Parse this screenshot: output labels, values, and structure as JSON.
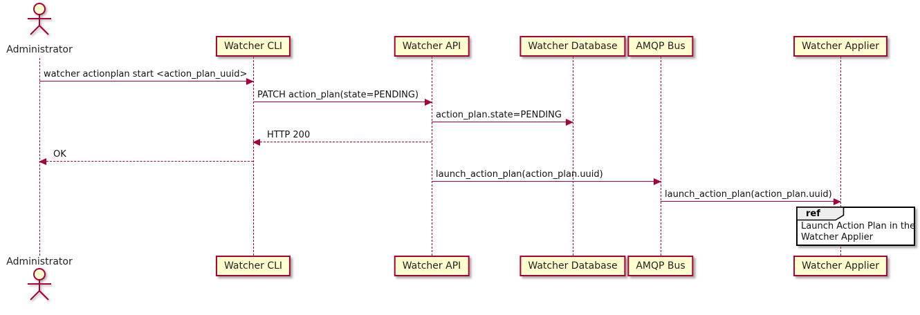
{
  "diagram": {
    "type": "plantuml-sequence",
    "colors": {
      "participant_fill": "#FEFECE",
      "border": "#A80036",
      "arrow": "#A80036",
      "lifeline": "#A80036",
      "text": "#1a1a1a",
      "ref_border": "#000000",
      "ref_header_fill": "#EEEEEE",
      "background": "#FFFFFF"
    },
    "actor": {
      "name": "Administrator"
    },
    "participants": [
      "Watcher CLI",
      "Watcher API",
      "Watcher Database",
      "AMQP Bus",
      "Watcher Applier"
    ],
    "messages": [
      {
        "from": "Administrator",
        "to": "Watcher CLI",
        "label": "watcher actionplan start <action_plan_uuid>",
        "line": "solid",
        "direction": "right"
      },
      {
        "from": "Watcher CLI",
        "to": "Watcher API",
        "label": "PATCH action_plan(state=PENDING)",
        "line": "solid",
        "direction": "right"
      },
      {
        "from": "Watcher API",
        "to": "Watcher Database",
        "label": "action_plan.state=PENDING",
        "line": "solid",
        "direction": "right"
      },
      {
        "from": "Watcher API",
        "to": "Watcher CLI",
        "label": "HTTP 200",
        "line": "dashed",
        "direction": "left"
      },
      {
        "from": "Watcher CLI",
        "to": "Administrator",
        "label": "OK",
        "line": "dashed",
        "direction": "left"
      },
      {
        "from": "Watcher API",
        "to": "AMQP Bus",
        "label": "launch_action_plan(action_plan.uuid)",
        "line": "solid",
        "direction": "right"
      },
      {
        "from": "AMQP Bus",
        "to": "Watcher Applier",
        "label": "launch_action_plan(action_plan.uuid)",
        "line": "solid",
        "direction": "right"
      }
    ],
    "ref": {
      "keyword": "ref",
      "over": "Watcher Applier",
      "lines": {
        "0": "Launch Action Plan in the",
        "1": "Watcher Applier"
      }
    }
  }
}
